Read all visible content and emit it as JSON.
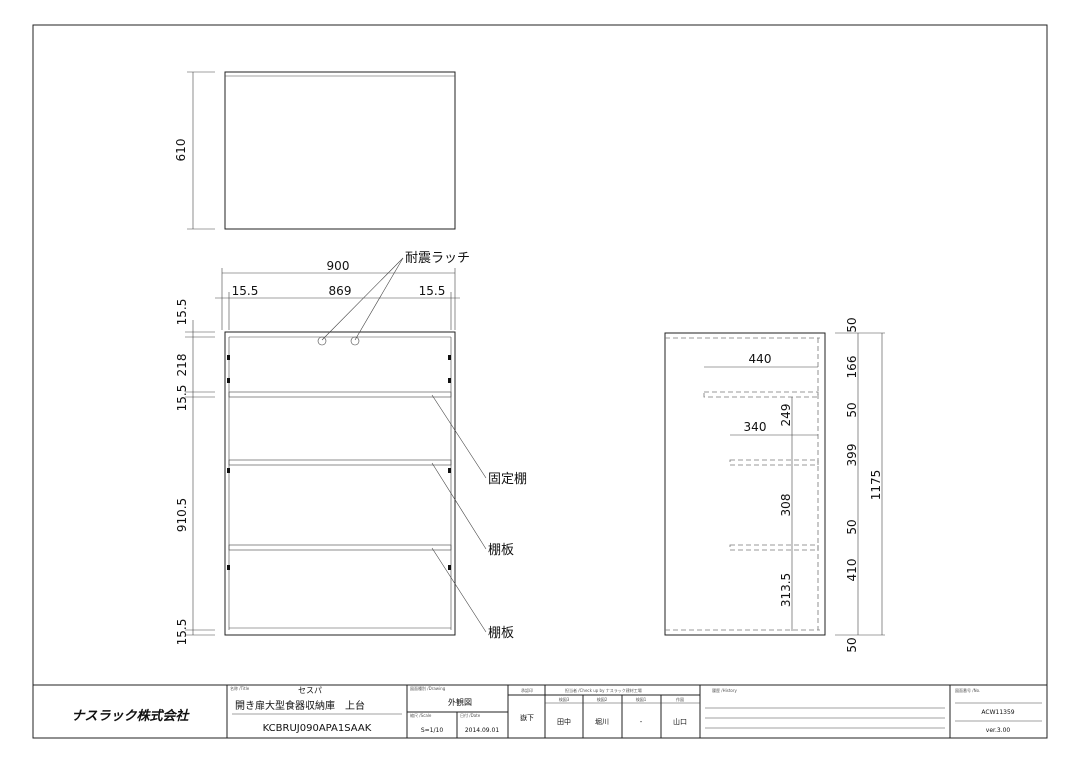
{
  "labels": {
    "latch": "耐震ラッチ",
    "fixed_shelf": "固定棚",
    "shelf1": "棚板",
    "shelf2": "棚板"
  },
  "top_view": {
    "depth": "610"
  },
  "front_view": {
    "width": "900",
    "left": "15.5",
    "inner": "869",
    "right": "15.5",
    "v_top": "15.5",
    "v_upper": "218",
    "v_fixed": "15.5",
    "v_lower": "910.5",
    "v_bottom": "15.5"
  },
  "side_view": {
    "d440": "440",
    "d340": "340",
    "h249": "249",
    "h308": "308",
    "h3135": "313.5",
    "r1": "50",
    "r2": "166",
    "r3": "50",
    "r4": "399",
    "r5": "50",
    "r6": "410",
    "r7": "50",
    "total": "1175"
  },
  "title_block": {
    "company": "ナスラック株式会社",
    "title_caption": "名称 /Title",
    "series": "セスパ",
    "product_name": "開き扉大型食器収納庫　上台",
    "model": "KCBRUJ090APA1SAAK",
    "drawing_caption": "図面種別 /Drawing",
    "drawing_type": "外観図",
    "scale_caption": "縮尺 /Scale",
    "scale": "S=1/10",
    "date_caption": "日付 /Date",
    "date": "2014.09.01",
    "approval_caption": "承認印",
    "approver": "嶽下",
    "check_caption": "担当者 /Check up by ナスラック建材工場",
    "check_roles": [
      "検図3",
      "検図2",
      "検図1",
      "作図"
    ],
    "check_names": [
      "田中",
      "堀川",
      "-",
      "山口"
    ],
    "history_caption": "履歴 /History",
    "no_caption": "図面番号 /No.",
    "drawing_no": "ACW11359",
    "version": "ver.3.00"
  }
}
